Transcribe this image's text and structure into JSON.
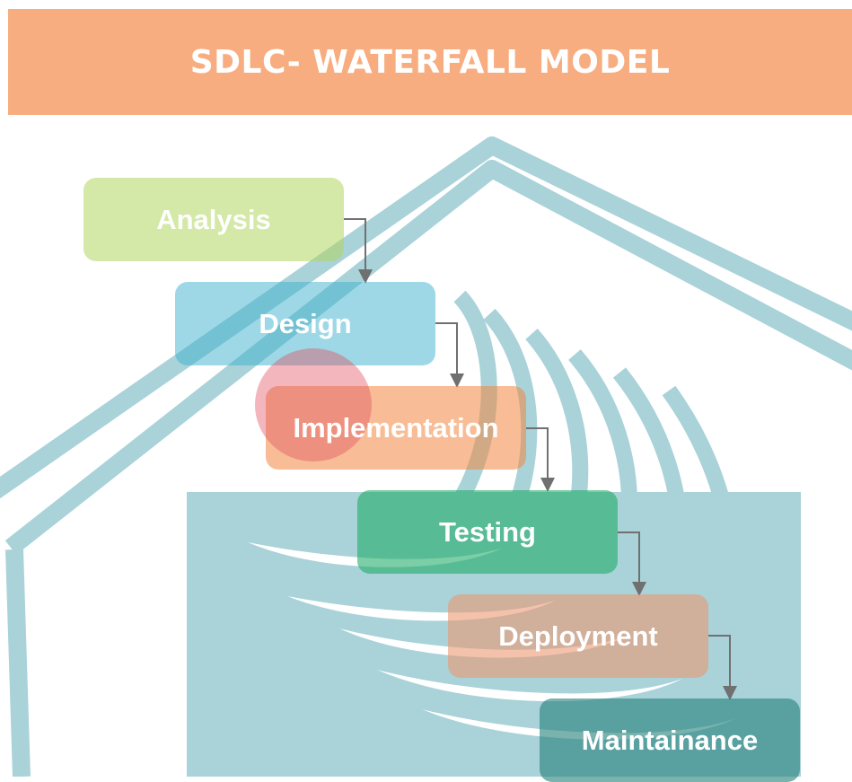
{
  "title": "SDLC- WATERFALL MODEL",
  "colors": {
    "header_bg": "#f7ad80",
    "watermark": "#a9d2d9",
    "arrow": "#707070"
  },
  "stages": [
    {
      "label": "Analysis",
      "color": "rgba(176, 214, 95, 0.55)"
    },
    {
      "label": "Design",
      "color": "rgba(62, 178, 205, 0.50)"
    },
    {
      "label": "Implementation",
      "color": "rgba(242, 134, 64, 0.55)"
    },
    {
      "label": "Testing",
      "color": "rgba(28, 170, 100, 0.58)"
    },
    {
      "label": "Deployment",
      "color": "rgba(236, 150, 110, 0.58)"
    },
    {
      "label": "Maintainance",
      "color": "rgba(40, 130, 125, 0.62)"
    }
  ]
}
